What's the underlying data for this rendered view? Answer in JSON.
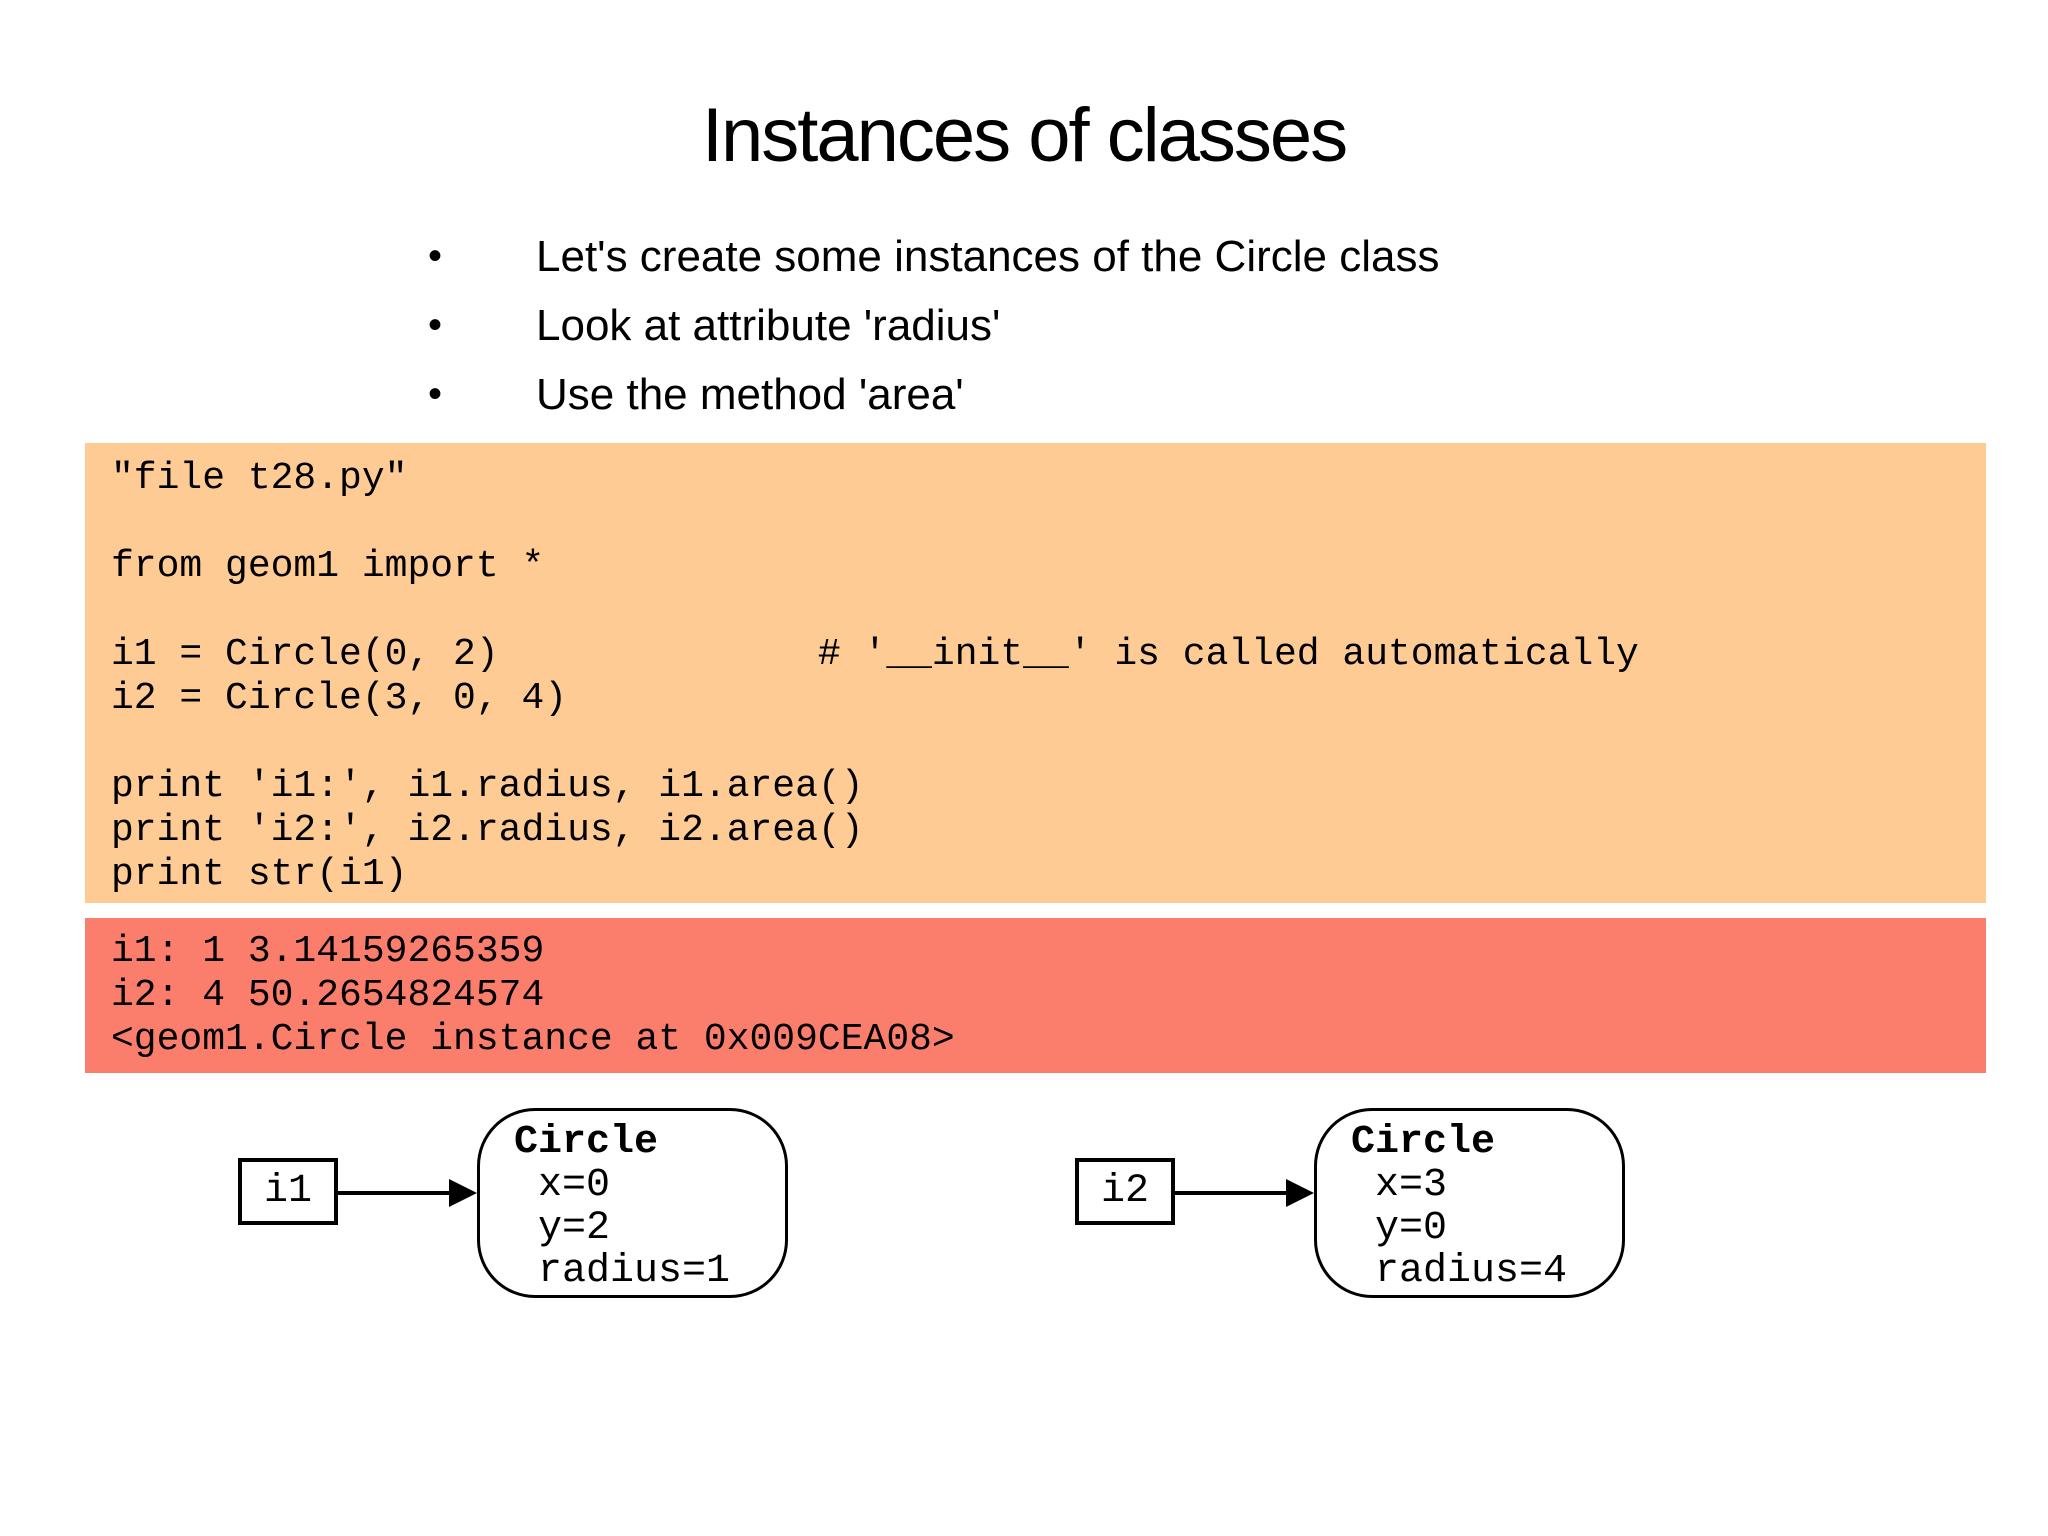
{
  "slide": {
    "title": "Instances of classes",
    "bullets": [
      "Let's create some instances of the Circle class",
      "Look at attribute 'radius'",
      "Use the method 'area'"
    ],
    "bullet_glyph": "•"
  },
  "code_block": {
    "bg_color": "#FECB95",
    "text": "\"file t28.py\"\n\nfrom geom1 import *\n\ni1 = Circle(0, 2)              # '__init__' is called automatically\ni2 = Circle(3, 0, 4)\n\nprint 'i1:', i1.radius, i1.area()\nprint 'i2:', i2.radius, i2.area()\nprint str(i1)"
  },
  "output_block": {
    "bg_color": "#FB7E6C",
    "text": "i1: 1 3.14159265359\ni2: 4 50.2654824574\n<geom1.Circle instance at 0x009CEA08>"
  },
  "diagram": {
    "instances": [
      {
        "var": "i1",
        "class_name": "Circle",
        "attributes": [
          "x=0",
          "y=2",
          "radius=1"
        ]
      },
      {
        "var": "i2",
        "class_name": "Circle",
        "attributes": [
          "x=3",
          "y=0",
          "radius=4"
        ]
      }
    ]
  }
}
